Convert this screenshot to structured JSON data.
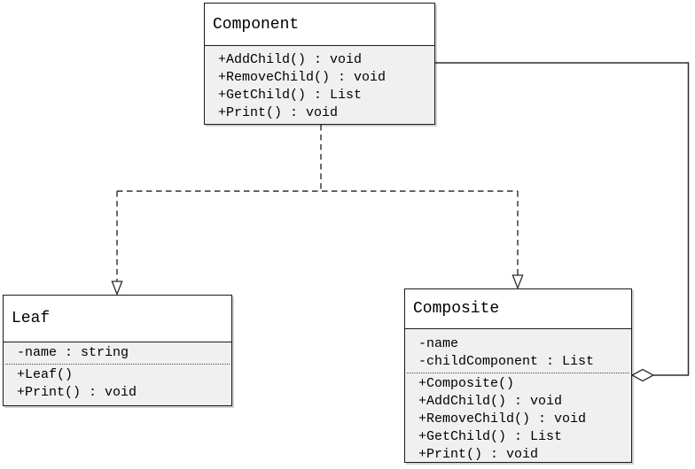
{
  "classes": {
    "component": {
      "name": "Component",
      "attributes": [],
      "methods": [
        "+AddChild() : void",
        "+RemoveChild() : void",
        "+GetChild() : List",
        "+Print() : void"
      ]
    },
    "leaf": {
      "name": "Leaf",
      "attributes": [
        "-name : string"
      ],
      "methods": [
        "+Leaf()",
        "+Print() : void"
      ]
    },
    "composite": {
      "name": "Composite",
      "attributes": [
        "-name",
        "-childComponent : List"
      ],
      "methods": [
        "+Composite()",
        "+AddChild() : void",
        "+RemoveChild() : void",
        "+GetChild() : List",
        "+Print() : void"
      ]
    }
  },
  "relationships": [
    {
      "type": "realization",
      "from": "Component",
      "to": "Leaf",
      "line": "dashed",
      "marker": "hollow-triangle",
      "marker_at": "Leaf"
    },
    {
      "type": "realization",
      "from": "Component",
      "to": "Composite",
      "line": "dashed",
      "marker": "hollow-triangle",
      "marker_at": "Composite"
    },
    {
      "type": "aggregation",
      "from": "Component",
      "to": "Composite",
      "line": "solid",
      "marker": "hollow-diamond",
      "marker_at": "Composite"
    }
  ],
  "colors": {
    "background": "#ffffff",
    "header_fill": "#ffffff",
    "body_fill": "#f0f0f0",
    "border": "#1a1a1a",
    "line": "#2e2e2e",
    "text": "#000000"
  }
}
